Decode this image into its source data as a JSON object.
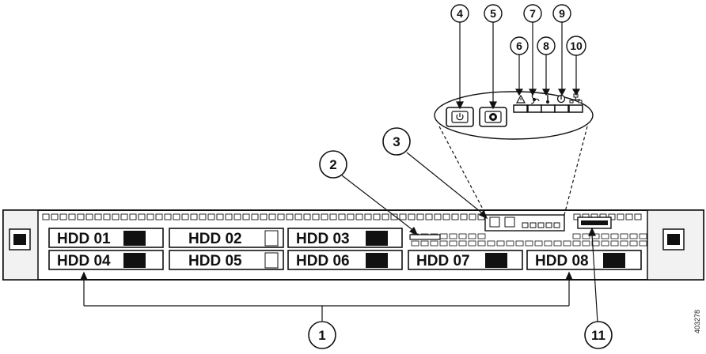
{
  "drives": [
    {
      "id": "hdd01",
      "label": "HDD 01"
    },
    {
      "id": "hdd02",
      "label": "HDD 02"
    },
    {
      "id": "hdd03",
      "label": "HDD 03"
    },
    {
      "id": "hdd04",
      "label": "HDD 04"
    },
    {
      "id": "hdd05",
      "label": "HDD 05"
    },
    {
      "id": "hdd06",
      "label": "HDD 06"
    },
    {
      "id": "hdd07",
      "label": "HDD 07"
    },
    {
      "id": "hdd08",
      "label": "HDD 08"
    }
  ],
  "callouts": [
    "1",
    "2",
    "3",
    "4",
    "5",
    "6",
    "7",
    "8",
    "9",
    "10",
    "11"
  ],
  "figure_id": "403278",
  "panel_icons": [
    {
      "callout": "4",
      "icon": "power-button-icon"
    },
    {
      "callout": "5",
      "icon": "unit-identification-button-icon"
    },
    {
      "callout": "6",
      "icon": "system-status-warning-icon"
    },
    {
      "callout": "7",
      "icon": "fan-status-icon"
    },
    {
      "callout": "8",
      "icon": "temperature-status-icon"
    },
    {
      "callout": "9",
      "icon": "power-supply-status-icon"
    },
    {
      "callout": "10",
      "icon": "network-link-activity-icon"
    }
  ]
}
